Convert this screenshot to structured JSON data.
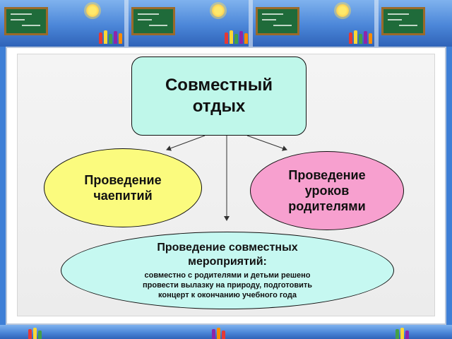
{
  "diagram": {
    "main_box": {
      "line1": "Совместный",
      "line2": "отдых"
    },
    "tea": {
      "line1": "Проведение",
      "line2": "чаепитий"
    },
    "parents_lessons": {
      "line1": "Проведение",
      "line2": "уроков",
      "line3": "родителями"
    },
    "joint_events": {
      "title1": "Проведение совместных",
      "title2": "мероприятий:",
      "desc1": "совместно с родителями и детьми решено",
      "desc2": "провести вылазку на природу, подготовить",
      "desc3": "концерт к окончанию учебного года"
    }
  },
  "colors": {
    "main_box_fill": "#bff7ea",
    "tea_fill": "#fbfb7e",
    "parents_fill": "#f7a0cf",
    "joint_fill": "#c6f8f1",
    "border_band": "#4b86d8"
  }
}
